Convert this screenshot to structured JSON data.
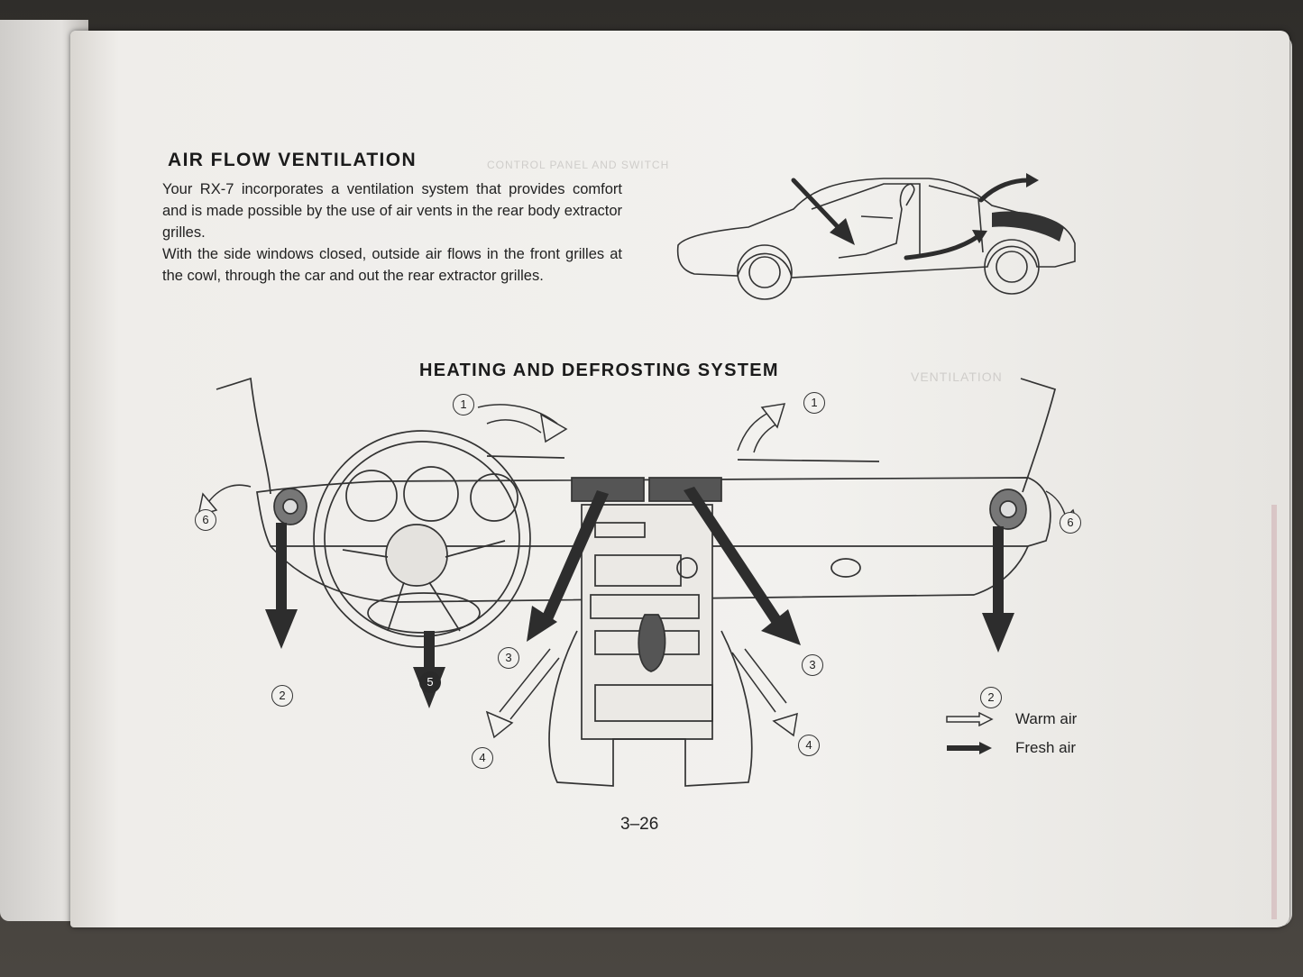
{
  "section": {
    "title": "AIR FLOW VENTILATION",
    "paragraphs": [
      "Your RX-7 incorporates a ventilation system that provides comfort and is made possible by the use of air vents in the rear body extractor grilles.",
      "With the side windows closed, outside air flows in the front grilles at the cowl, through the car and out the rear extractor grilles."
    ]
  },
  "diagram": {
    "title": "HEATING AND DEFROSTING SYSTEM",
    "callouts": [
      "1",
      "1",
      "2",
      "2",
      "3",
      "3",
      "4",
      "4",
      "5",
      "6",
      "6"
    ],
    "legend": {
      "warm": "Warm air",
      "fresh": "Fresh air"
    }
  },
  "page_number": "3–26",
  "colors": {
    "paper": "#f2f1ee",
    "ink": "#222222",
    "arrow": "#2d2d2d"
  }
}
